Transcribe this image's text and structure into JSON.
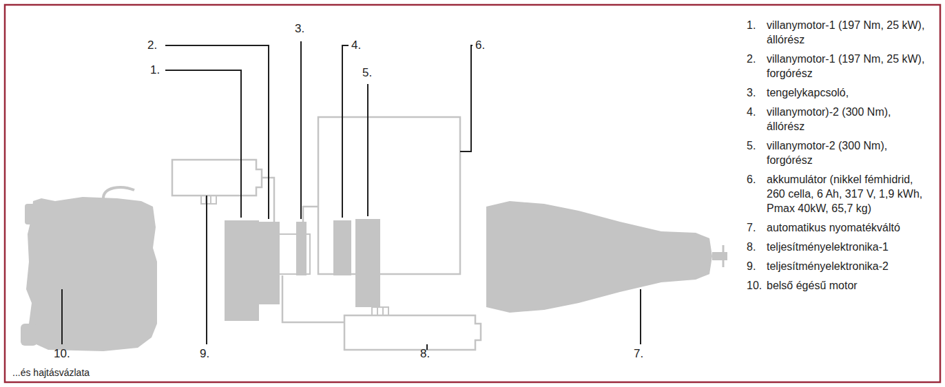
{
  "diagram": {
    "caption": "...és hajtásvázlata",
    "labels": [
      "2.",
      "3.",
      "4.",
      "1.",
      "5.",
      "6.",
      "10.",
      "9.",
      "8.",
      "7.",
      "1.",
      "villanymotor-1 (197 Nm, 25 kW), állórész",
      "2.",
      "villanymotor-1 (197 Nm, 25 kW), forgórész",
      "3.",
      "tengelykapcsoló,",
      "4.",
      "villanymotor)-2 (300 Nm), állórész",
      "5.",
      "villanymotor-2 (300 Nm), forgórész",
      "6.",
      "akkumulátor (nikkel fémhidrid, 260 cella, 6 Ah, 317 V, 1,9 kWh, Pmax 40kW, 65,7 kg)",
      "7.",
      "automatikus nyomatékváltó",
      "8.",
      "teljesítményelektronika-1",
      "9.",
      "teljesítményelektronika-2",
      "10.",
      "belső égésű motor"
    ]
  }
}
